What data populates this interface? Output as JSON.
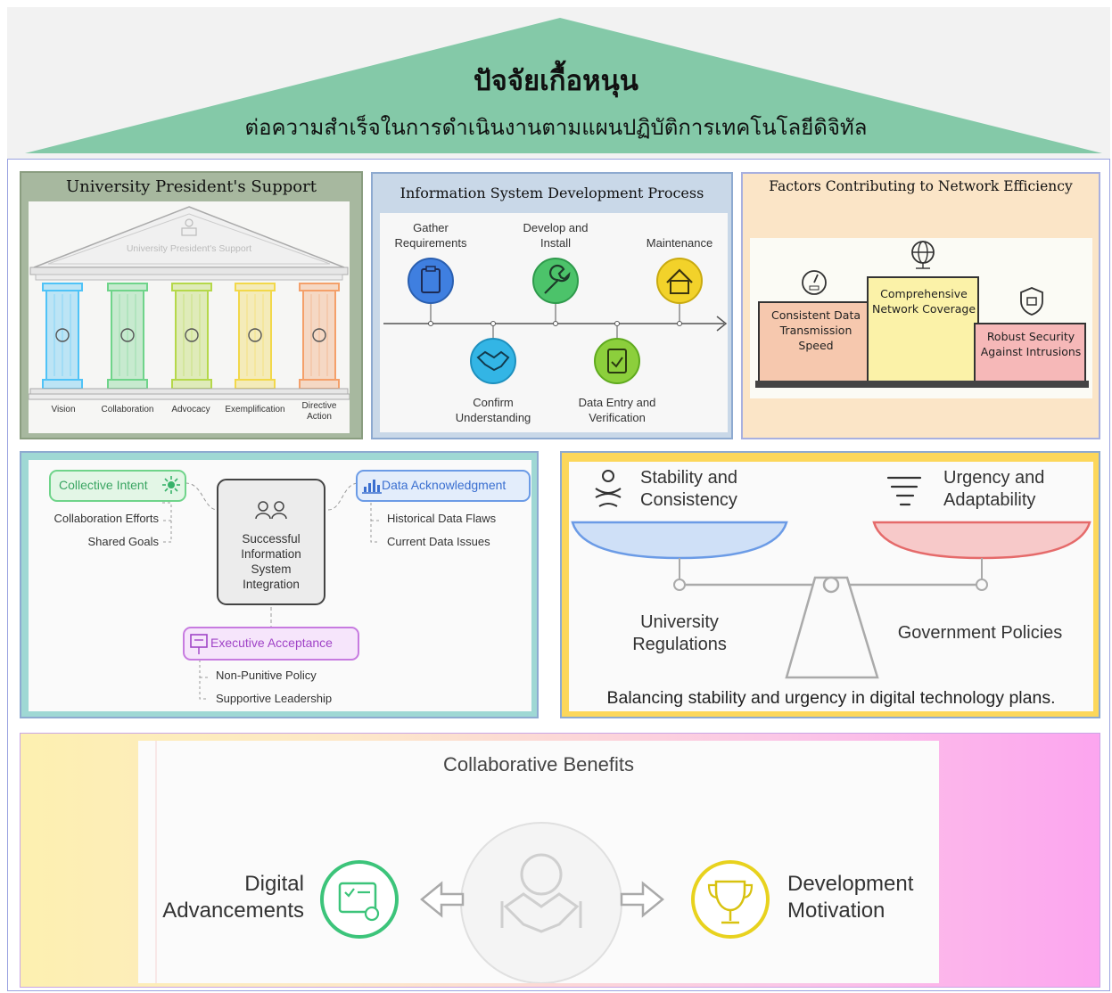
{
  "header": {
    "title": "ปัจจัยเกื้อหนุน",
    "subtitle": "ต่อความสำเร็จในการดำเนินงานตามแผนปฏิบัติการเทคโนโลยีดิจิทัล"
  },
  "president_support": {
    "title": "University President's Support",
    "roof_label": "University President's Support",
    "pillars": [
      {
        "label": "Vision",
        "color": "#4fc3f7",
        "icon": "glasses-icon"
      },
      {
        "label": "Collaboration",
        "color": "#6fd48a",
        "icon": "handshake-icon"
      },
      {
        "label": "Advocacy",
        "color": "#b5d84a",
        "icon": "megaphone-icon"
      },
      {
        "label": "Exemplification",
        "color": "#f2d84a",
        "icon": "torch-icon"
      },
      {
        "label": "Directive Action",
        "color": "#f4a06a",
        "icon": "target-icon"
      }
    ]
  },
  "dev_process": {
    "title": "Information System Development Process",
    "steps_top": [
      {
        "label": "Gather Requirements",
        "color": "#3f7fe0",
        "icon": "clipboard-icon"
      },
      {
        "label": "Develop and Install",
        "color": "#4cc36a",
        "icon": "wrench-icon"
      },
      {
        "label": "Maintenance",
        "color": "#f2d22a",
        "icon": "house-icon"
      }
    ],
    "steps_bottom": [
      {
        "label": "Confirm Understanding",
        "color": "#33b5e5",
        "icon": "handshake-icon"
      },
      {
        "label": "Data Entry and Verification",
        "color": "#8ccf3c",
        "icon": "checklist-icon"
      }
    ]
  },
  "network": {
    "title": "Factors Contributing to Network Efficiency",
    "factors": [
      {
        "label": "Consistent Data Transmission Speed",
        "icon": "speedometer-icon",
        "color": "#f6c8ae"
      },
      {
        "label": "Comprehensive Network Coverage",
        "icon": "globe-icon",
        "color": "#fbf2a8"
      },
      {
        "label": "Robust Security Against Intrusions",
        "icon": "lock-icon",
        "color": "#f6b8b8"
      }
    ]
  },
  "integration": {
    "center": "Successful Information System Integration",
    "collective_intent": {
      "label": "Collective Intent",
      "items": [
        "Collaboration Efforts",
        "Shared Goals"
      ]
    },
    "data_ack": {
      "label": "Data Acknowledgment",
      "items": [
        "Historical Data Flaws",
        "Current Data Issues"
      ]
    },
    "executive": {
      "label": "Executive Acceptance",
      "items": [
        "Non-Punitive Policy",
        "Supportive Leadership"
      ]
    }
  },
  "balance": {
    "left_heading": "Stability and Consistency",
    "right_heading": "Urgency and Adaptability",
    "left_label": "University Regulations",
    "right_label": "Government Policies",
    "caption": "Balancing stability and urgency in digital technology plans."
  },
  "benefits": {
    "title": "Collaborative Benefits",
    "left": "Digital Advancements",
    "right": "Development Motivation"
  }
}
